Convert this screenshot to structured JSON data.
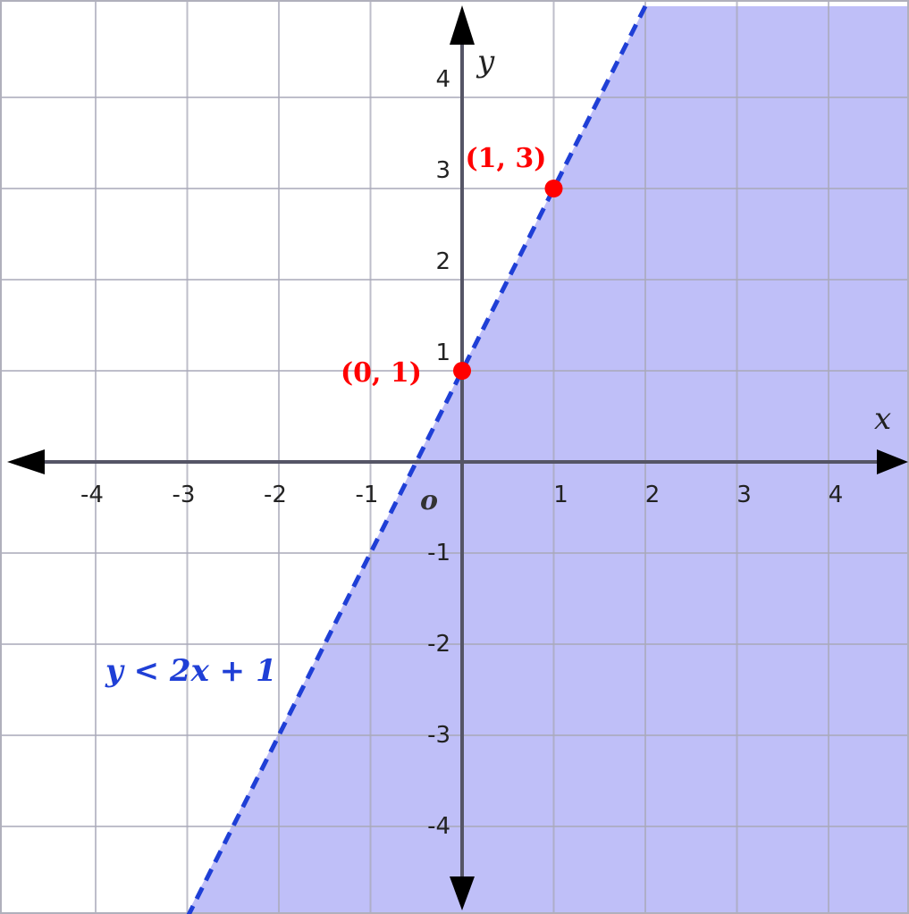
{
  "chart_data": {
    "type": "line",
    "xlim": [
      -5,
      5
    ],
    "ylim": [
      -5,
      5
    ],
    "grid": true,
    "x_ticks": [
      "-4",
      "-3",
      "-2",
      "-1",
      "1",
      "2",
      "3",
      "4"
    ],
    "x_tick_values": [
      -4,
      -3,
      -2,
      -1,
      1,
      2,
      3,
      4
    ],
    "y_ticks": [
      "4",
      "3",
      "2",
      "1",
      "-1",
      "-2",
      "-3",
      "-4"
    ],
    "y_tick_values": [
      4,
      3,
      2,
      1,
      -1,
      -2,
      -3,
      -4
    ],
    "xlabel": "x",
    "ylabel": "y",
    "origin_label": "o",
    "boundary": {
      "slope": 2,
      "intercept": 1,
      "style": "dashed",
      "color": "#1f3fd6"
    },
    "shaded_region": "below",
    "shade_color": "#bfbff8",
    "inequality_label": "y < 2x + 1",
    "points": [
      {
        "x": 0,
        "y": 1,
        "label": "(0, 1)"
      },
      {
        "x": 1,
        "y": 3,
        "label": "(1, 3)"
      }
    ],
    "point_color": "#ff0000"
  }
}
